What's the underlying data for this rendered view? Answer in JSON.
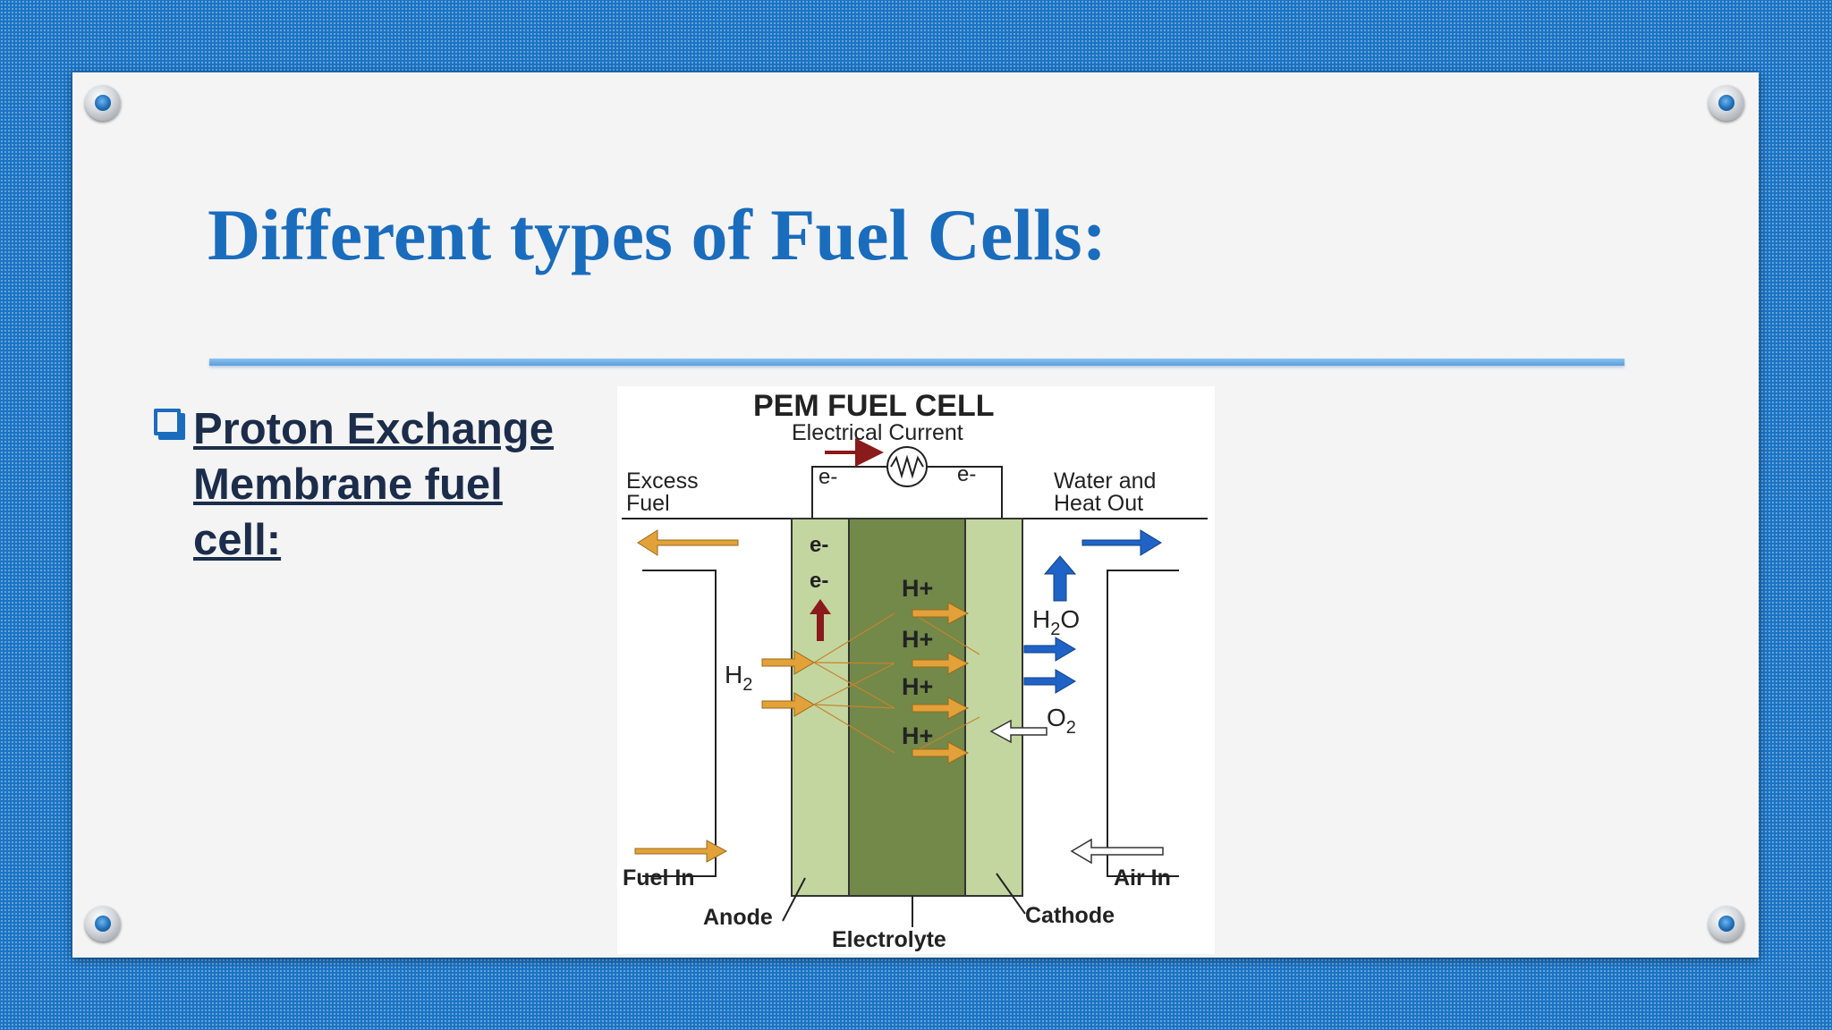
{
  "slide": {
    "title": "Different types of Fuel Cells:",
    "bullet": "Proton Exchange Membrane fuel cell:"
  },
  "diagram": {
    "title": "PEM FUEL CELL",
    "current_label": "Electrical Current",
    "electron_left": "e-",
    "electron_right": "e-",
    "excess_fuel_line1": "Excess",
    "excess_fuel_line2": "Fuel",
    "water_heat_line1": "Water and",
    "water_heat_line2": "Heat Out",
    "anode_e1": "e-",
    "anode_e2": "e-",
    "h2": "H",
    "h2_sub": "2",
    "proton": "H+",
    "h2o": "H",
    "h2o_sub": "2",
    "h2o_end": "O",
    "o2": "O",
    "o2_sub": "2",
    "fuel_in": "Fuel In",
    "air_in": "Air In",
    "anode": "Anode",
    "electrolyte": "Electrolyte",
    "cathode": "Cathode"
  },
  "colors": {
    "title": "#1a6cbd",
    "anode_fill": "#c3d6a0",
    "electrolyte_fill": "#72894a",
    "fuel_arrow": "#e3a13a",
    "water_arrow": "#1f63c7",
    "electron_arrow": "#8b1a1a"
  }
}
